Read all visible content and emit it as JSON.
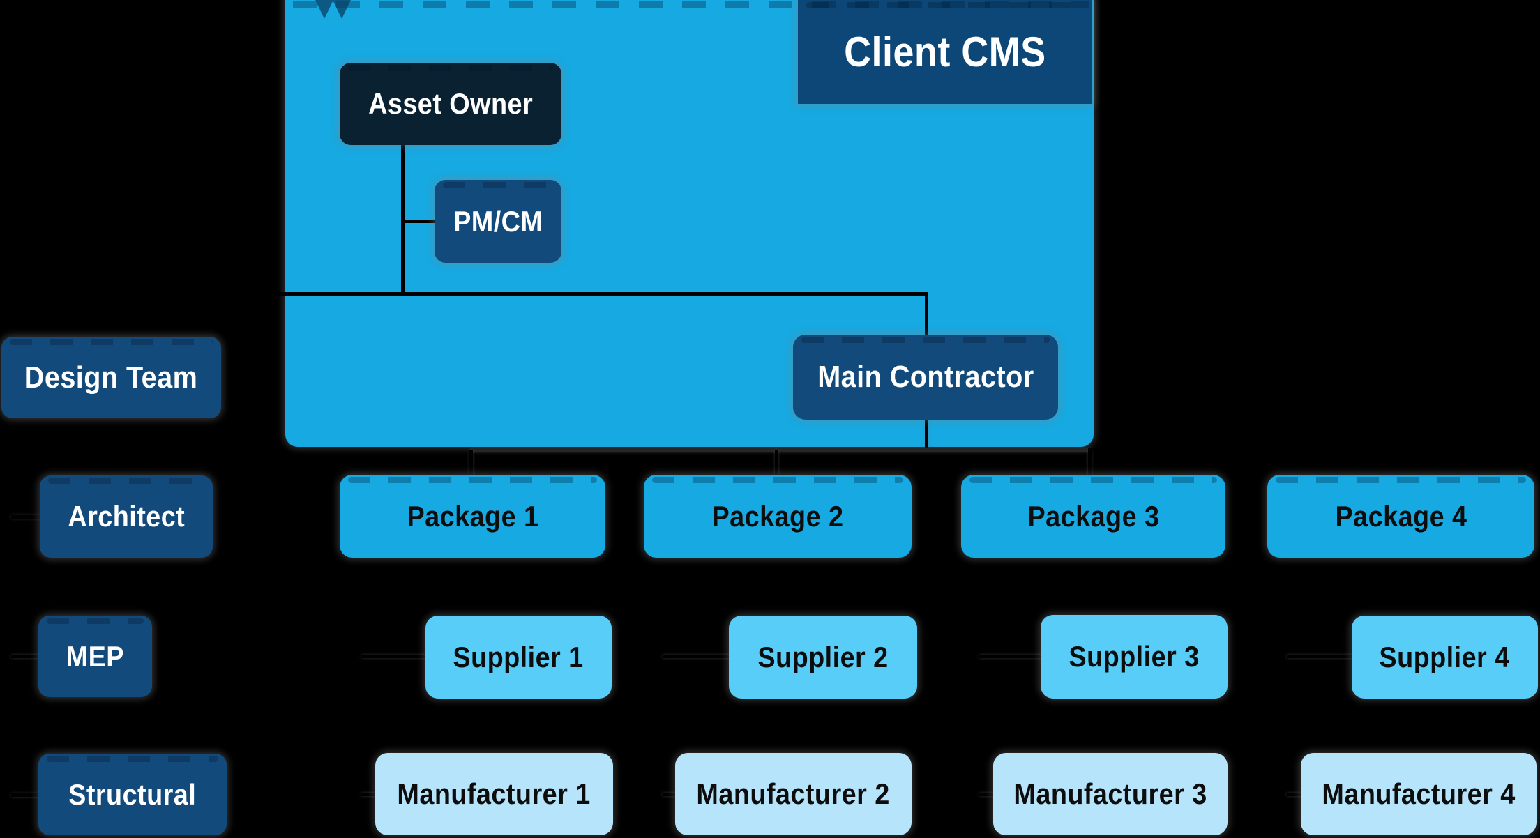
{
  "diagram": {
    "title": "Client CMS",
    "nodes": {
      "client_cms": "Client CMS",
      "asset_owner": "Asset Owner",
      "pm_cm": "PM/CM",
      "main_contractor": "Main Contractor",
      "design_team": "Design Team",
      "architect": "Architect",
      "mep": "MEP",
      "structural": "Structural",
      "packages": [
        "Package 1",
        "Package 2",
        "Package 3",
        "Package 4"
      ],
      "suppliers": [
        "Supplier 1",
        "Supplier 2",
        "Supplier 3",
        "Supplier 4"
      ],
      "manufacturers": [
        "Manufacturer 1",
        "Manufacturer 2",
        "Manufacturer 3",
        "Manufacturer 4"
      ]
    },
    "connections": [
      "Asset Owner - PM/CM",
      "Asset Owner - Main Contractor",
      "Design Team - Architect",
      "Design Team - MEP",
      "Design Team - Structural",
      "Main Contractor - Package 1",
      "Main Contractor - Package 2",
      "Main Contractor - Package 3",
      "Main Contractor - Package 4",
      "Package 1 - Supplier 1 - Manufacturer 1",
      "Package 2 - Supplier 2 - Manufacturer 2",
      "Package 3 - Supplier 3 - Manufacturer 3",
      "Package 4 - Supplier 4 - Manufacturer 4"
    ],
    "colors": {
      "background": "#000000",
      "container_cyan": "#16A9E2",
      "header_blue": "#0C4777",
      "dark_navy": "#0A2132",
      "mid_blue": "#134A7C",
      "supplier_sky": "#57CDF8",
      "manufacturer_pale": "#B5E4FB",
      "connector_black": "#000000",
      "text_white": "#FFFFFF",
      "text_black": "#0D0D0D"
    }
  }
}
